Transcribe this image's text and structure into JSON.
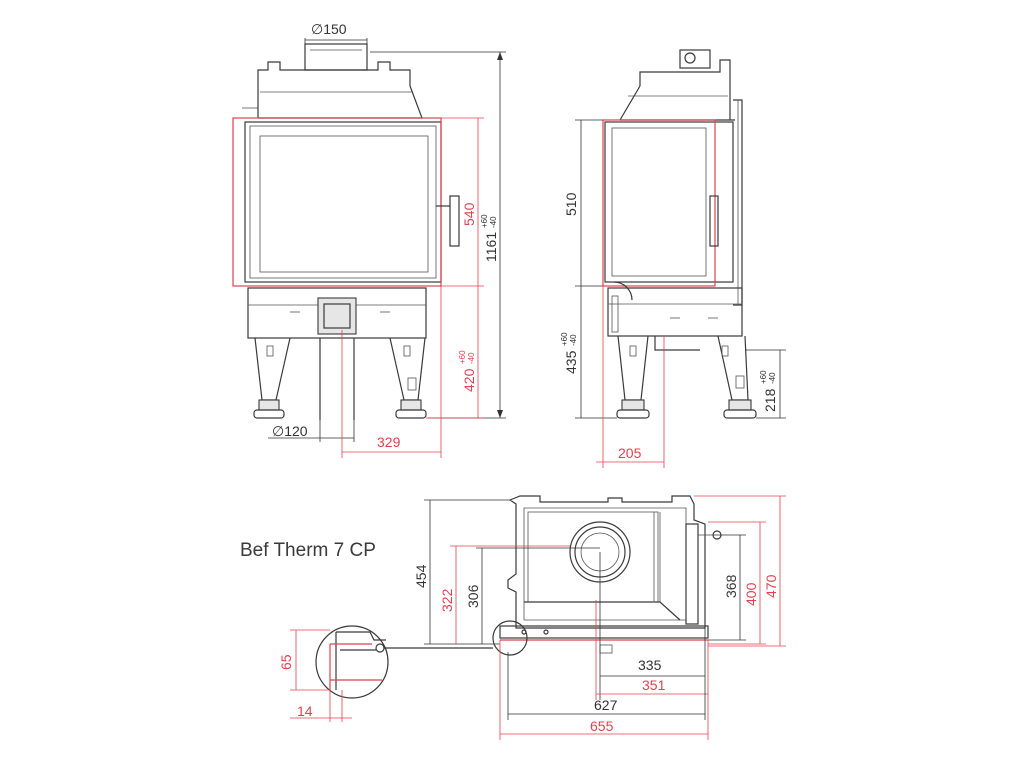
{
  "title": "Bef Therm 7 CP",
  "front_view": {
    "flue_top": "∅150",
    "height_total": "1161",
    "height_tol_plus": "+60",
    "height_tol_minus": "-40",
    "glass_height": "540",
    "base_height": "420",
    "base_tol_plus": "+60",
    "base_tol_minus": "-40",
    "air_inlet": "∅120",
    "inlet_offset": "329"
  },
  "side_view": {
    "glass_height": "510",
    "base_height": "435",
    "base_tol_plus": "+60",
    "base_tol_minus": "-40",
    "inlet_height": "218",
    "inlet_tol_plus": "+60",
    "inlet_tol_minus": "-40",
    "depth_offset": "205"
  },
  "top_view": {
    "depth_total": "454",
    "depth_glass": "322",
    "depth_flue": "306",
    "depth_right_inner": "368",
    "depth_right_mid": "400",
    "depth_right_outer": "470",
    "flue_x": "335",
    "glass_x": "351",
    "width_body": "627",
    "width_total": "655"
  },
  "detail": {
    "height": "65",
    "width": "14"
  },
  "colors": {
    "line": "#3a3a3a",
    "accent": "#e0424f"
  }
}
